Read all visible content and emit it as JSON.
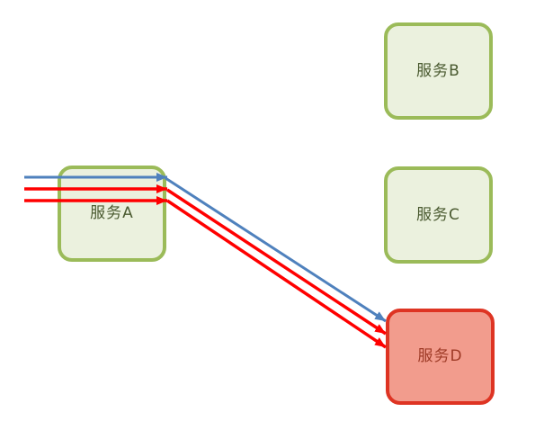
{
  "diagram": {
    "nodes": [
      {
        "id": "service-a",
        "label": "服务A",
        "style": "green"
      },
      {
        "id": "service-b",
        "label": "服务B",
        "style": "green"
      },
      {
        "id": "service-c",
        "label": "服务C",
        "style": "green"
      },
      {
        "id": "service-d",
        "label": "服务D",
        "style": "red"
      }
    ],
    "connections": [
      {
        "from": "external-left",
        "to": "service-a",
        "color": "blue"
      },
      {
        "from": "external-left",
        "to": "service-a",
        "color": "red"
      },
      {
        "from": "external-left",
        "to": "service-a",
        "color": "red"
      },
      {
        "from": "service-a",
        "to": "service-d",
        "color": "blue"
      },
      {
        "from": "service-a",
        "to": "service-d",
        "color": "red"
      },
      {
        "from": "service-a",
        "to": "service-d",
        "color": "red"
      }
    ],
    "colors": {
      "background": "#FFFFFF",
      "node_green_fill": "#EBF1DE",
      "node_green_border": "#9BBB59",
      "node_green_text": "#4A5A30",
      "node_red_fill": "#F29C8D",
      "node_red_border": "#DE3423",
      "node_red_text": "#9E3A26",
      "arrow_blue": "#4F81BD",
      "arrow_red": "#FF0000"
    }
  }
}
